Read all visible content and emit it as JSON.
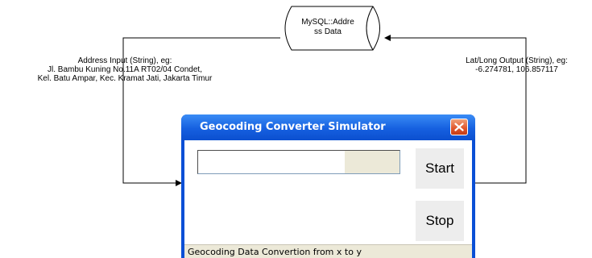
{
  "diagram": {
    "input_label": [
      "Address Input (String), eg:",
      "Jl. Bambu Kuning No.11A RT02/04 Condet,",
      "Kel. Batu Ampar, Kec. Kramat Jati, Jakarta Timur"
    ],
    "output_label": [
      "Lat/Long Output (String), eg:",
      "-6.274781, 106.857117"
    ],
    "database_label": [
      "MySQL::Addre",
      "ss Data"
    ]
  },
  "window": {
    "title": "Geocoding Converter Simulator",
    "start_label": "Start",
    "stop_label": "Stop",
    "status_text": "Geocoding Data Convertion from x to y",
    "close_icon": "close-icon",
    "colors": {
      "titlebar": "#1660e0",
      "close": "#e0552b"
    }
  }
}
